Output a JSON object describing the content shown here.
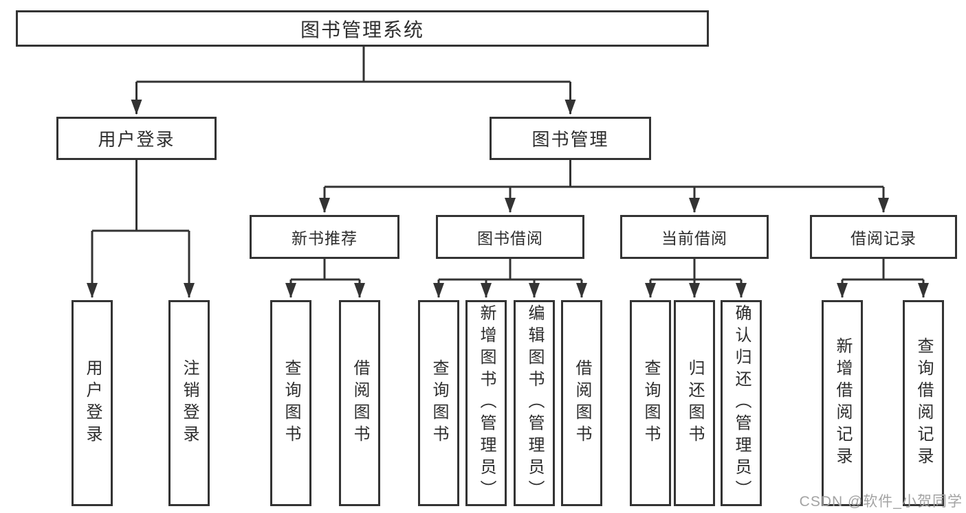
{
  "diagram_type": "hierarchy-tree",
  "tree": {
    "label": "图书管理系统",
    "children": [
      {
        "label": "用户登录",
        "children": [
          {
            "label": "用户登录"
          },
          {
            "label": "注销登录"
          }
        ]
      },
      {
        "label": "图书管理",
        "children": [
          {
            "label": "新书推荐",
            "children": [
              {
                "label": "查询图书"
              },
              {
                "label": "借阅图书"
              }
            ]
          },
          {
            "label": "图书借阅",
            "children": [
              {
                "label": "查询图书"
              },
              {
                "label": "新增图书（管理员）"
              },
              {
                "label": "编辑图书（管理员）"
              },
              {
                "label": "借阅图书"
              }
            ]
          },
          {
            "label": "当前借阅",
            "children": [
              {
                "label": "查询图书"
              },
              {
                "label": "归还图书"
              },
              {
                "label": "确认归还（管理员）"
              }
            ]
          },
          {
            "label": "借阅记录",
            "children": [
              {
                "label": "新增借阅记录"
              },
              {
                "label": "查询借阅记录"
              }
            ]
          }
        ]
      }
    ]
  },
  "watermark": {
    "text": "CSDN @软件_小贺同学"
  },
  "colors": {
    "line": "#333333",
    "box_fill": "#ffffff",
    "text": "#2d2d2d",
    "watermark_text": "#a3a3a3"
  }
}
